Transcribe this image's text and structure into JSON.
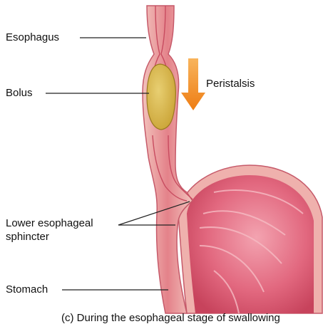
{
  "labels": {
    "esophagus": "Esophagus",
    "bolus": "Bolus",
    "peristalsis": "Peristalsis",
    "sphincter_line1": "Lower esophageal",
    "sphincter_line2": "sphincter",
    "stomach": "Stomach"
  },
  "caption": "(c) During the esophageal stage of swallowing",
  "icons": {
    "peristalsis_arrow": "down-arrow-icon"
  },
  "colors": {
    "tissue_outer": "#e8a6a0",
    "tissue_inner": "#d9596b",
    "lumen": "#f2c4c0",
    "stomach_body": "#e26a80",
    "bolus": "#d8b547",
    "arrow": "#f08a1e",
    "leader_line": "#222222"
  }
}
